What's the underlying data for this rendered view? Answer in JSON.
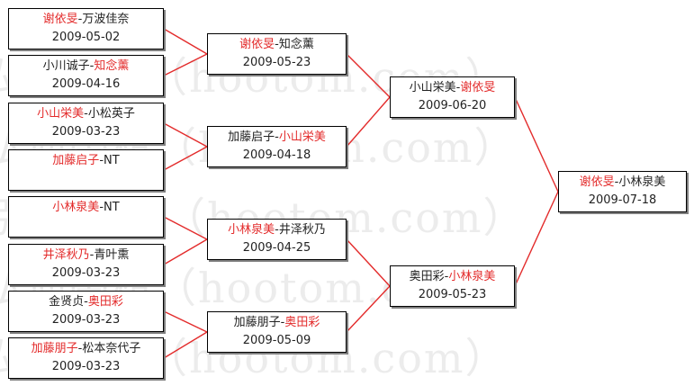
{
  "watermark": "弘通围棋（hootom.com）",
  "colors": {
    "winner": "#e32b2b",
    "line": "#e32b2b",
    "text": "#222222"
  },
  "round1": [
    {
      "p1": "谢依旻",
      "p2": "万波佳奈",
      "winner": 1,
      "date": "2009-05-02"
    },
    {
      "p1": "小川诚子",
      "p2": "知念薰",
      "winner": 2,
      "date": "2009-04-16"
    },
    {
      "p1": "小山栄美",
      "p2": "小松英子",
      "winner": 1,
      "date": "2009-03-23"
    },
    {
      "p1": "加藤启子",
      "p2": "NT",
      "winner": 1,
      "date": ""
    },
    {
      "p1": "小林泉美",
      "p2": "NT",
      "winner": 1,
      "date": ""
    },
    {
      "p1": "井泽秋乃",
      "p2": "青叶熏",
      "winner": 1,
      "date": "2009-03-23"
    },
    {
      "p1": "金贤贞",
      "p2": "奥田彩",
      "winner": 2,
      "date": "2009-03-23"
    },
    {
      "p1": "加藤朋子",
      "p2": "松本奈代子",
      "winner": 1,
      "date": "2009-03-23"
    }
  ],
  "round2": [
    {
      "p1": "谢依旻",
      "p2": "知念薰",
      "winner": 1,
      "date": "2009-05-23"
    },
    {
      "p1": "加藤启子",
      "p2": "小山栄美",
      "winner": 2,
      "date": "2009-04-18"
    },
    {
      "p1": "小林泉美",
      "p2": "井泽秋乃",
      "winner": 1,
      "date": "2009-04-25"
    },
    {
      "p1": "加藤朋子",
      "p2": "奥田彩",
      "winner": 2,
      "date": "2009-05-09"
    }
  ],
  "round3": [
    {
      "p1": "小山栄美",
      "p2": "谢依旻",
      "winner": 2,
      "date": "2009-06-20"
    },
    {
      "p1": "奥田彩",
      "p2": "小林泉美",
      "winner": 2,
      "date": "2009-05-23"
    }
  ],
  "final": [
    {
      "p1": "谢依旻",
      "p2": "小林泉美",
      "winner": 1,
      "date": "2009-07-18"
    }
  ]
}
